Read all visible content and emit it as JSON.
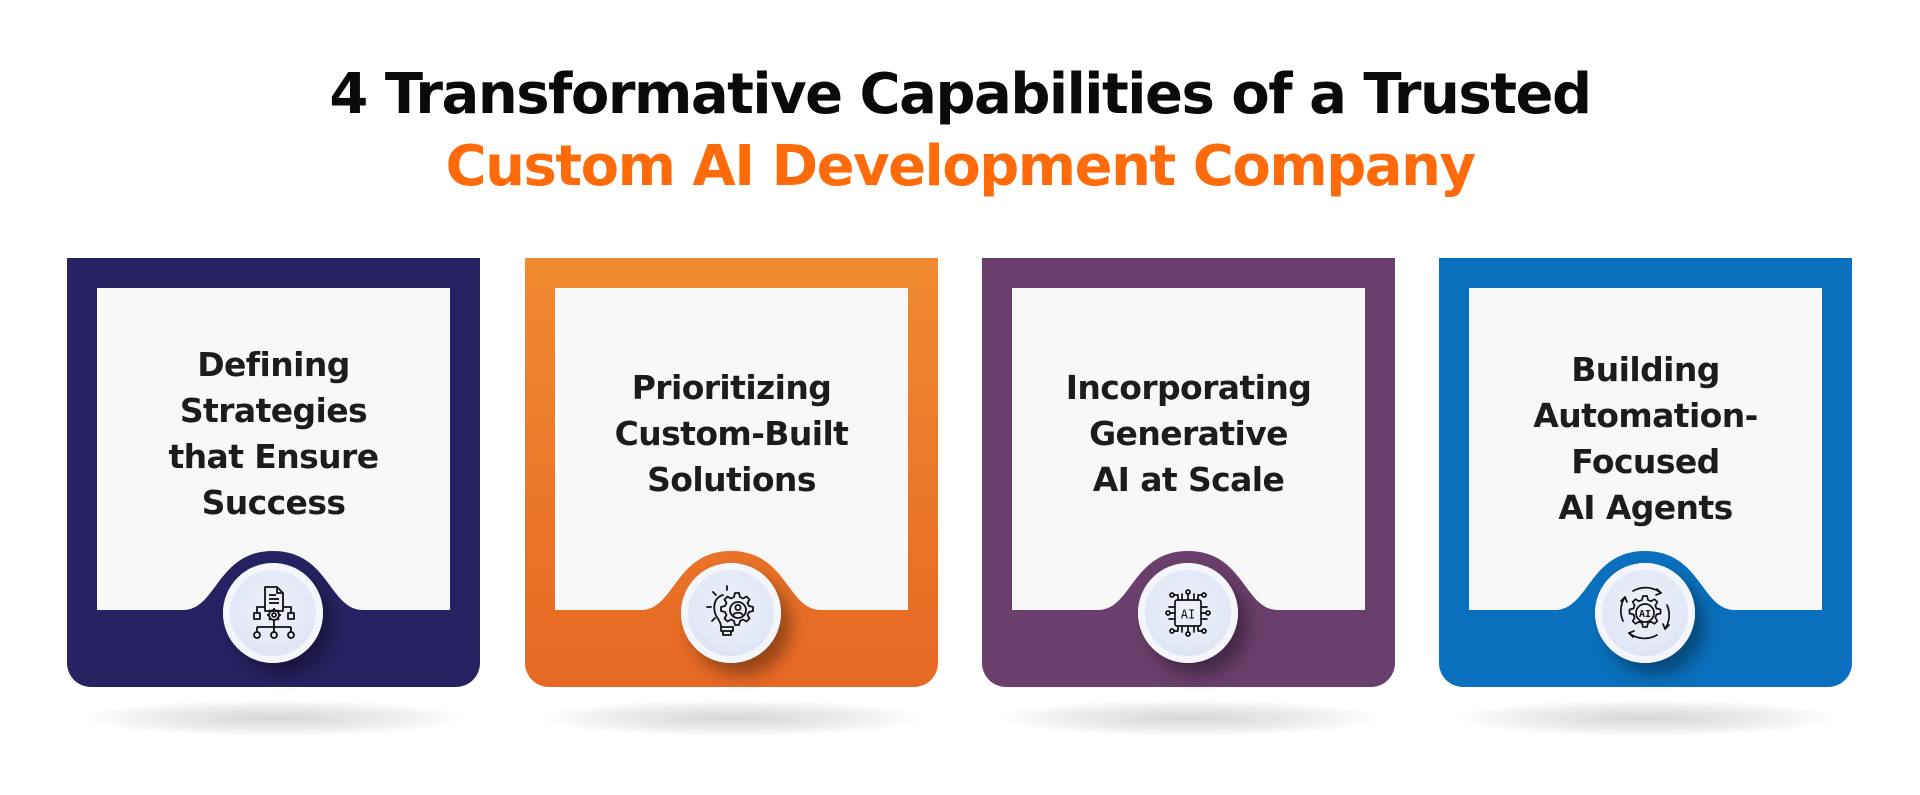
{
  "header": {
    "title_line_1": "4 Transformative Capabilities of a Trusted",
    "title_line_2": "Custom AI Development Company",
    "title_line_1_color": "#0a0a0a",
    "title_line_2_color": "#ff6b0a"
  },
  "cards": [
    {
      "lines": [
        "Defining",
        "Strategies",
        "that Ensure",
        "Success"
      ],
      "color": "#272262",
      "icon": "strategy-flowchart-icon"
    },
    {
      "lines": [
        "Prioritizing",
        "Custom-Built",
        "Solutions"
      ],
      "color_top": "#f08a30",
      "color_bottom": "#e66824",
      "icon": "lightbulb-gear-user-icon"
    },
    {
      "lines": [
        "Incorporating",
        "Generative",
        "AI at Scale"
      ],
      "color": "#6a3f6b",
      "icon": "ai-chip-icon"
    },
    {
      "lines": [
        "Building",
        "Automation-",
        "Focused",
        "AI Agents"
      ],
      "color": "#0a70bd",
      "icon": "ai-gear-cycle-icon"
    }
  ]
}
